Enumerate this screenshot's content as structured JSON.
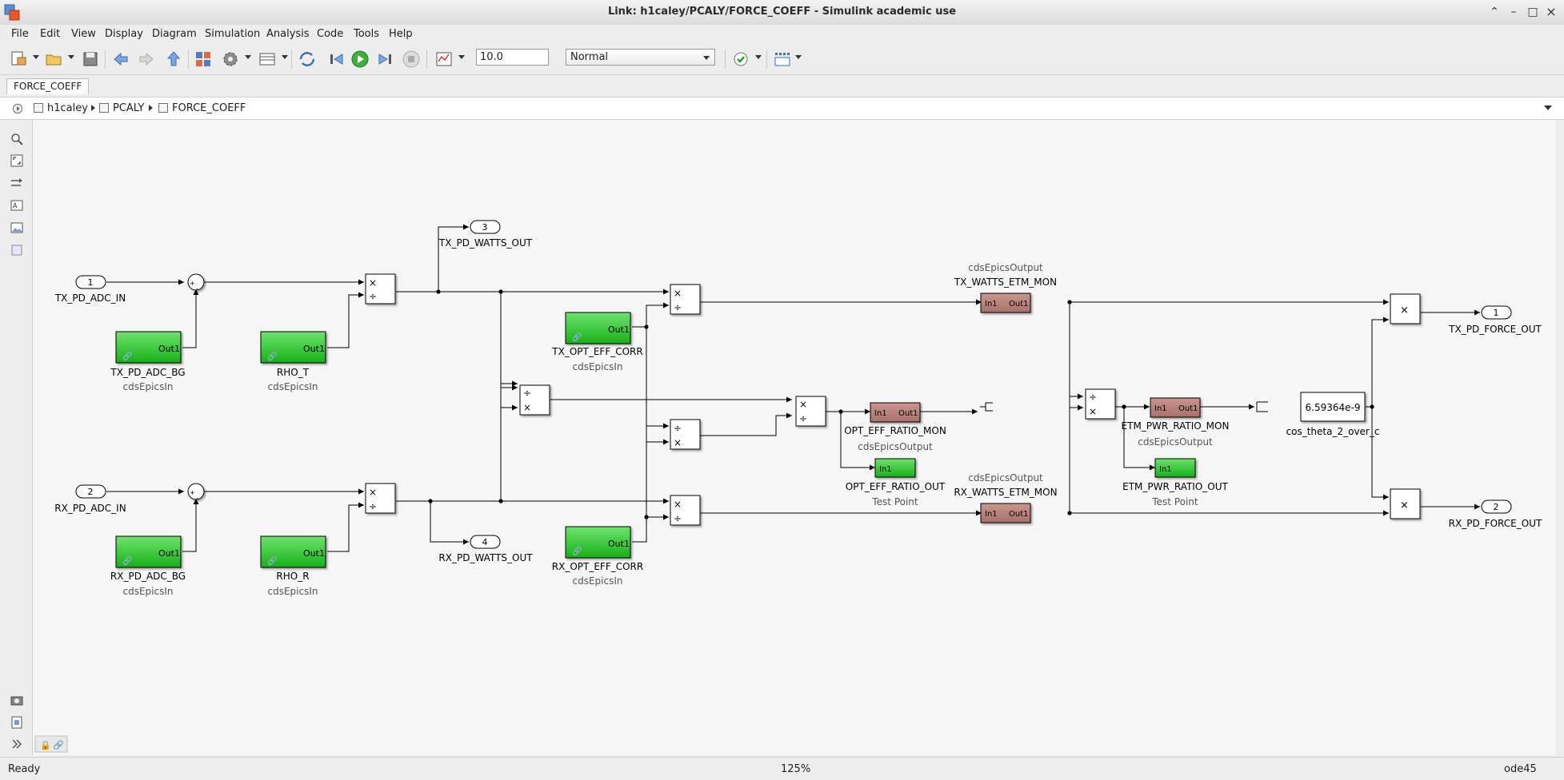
{
  "window": {
    "title": "Link: h1caley/PCALY/FORCE_COEFF - Simulink academic use"
  },
  "menu": [
    "File",
    "Edit",
    "View",
    "Display",
    "Diagram",
    "Simulation",
    "Analysis",
    "Code",
    "Tools",
    "Help"
  ],
  "toolbar": {
    "stop_time": "10.0",
    "sim_mode": "Normal"
  },
  "tab": {
    "label": "FORCE_COEFF"
  },
  "breadcrumb": [
    "h1caley",
    "PCALY",
    "FORCE_COEFF"
  ],
  "status": {
    "text": "Ready",
    "zoom": "125%",
    "solver": "ode45"
  },
  "diagram": {
    "inports": [
      {
        "number": "1",
        "name": "TX_PD_ADC_IN"
      },
      {
        "number": "2",
        "name": "RX_PD_ADC_IN"
      }
    ],
    "outports": [
      {
        "number": "3",
        "name": "TX_PD_WATTS_OUT"
      },
      {
        "number": "4",
        "name": "RX_PD_WATTS_OUT"
      },
      {
        "number": "1",
        "name": "TX_PD_FORCE_OUT"
      },
      {
        "number": "2",
        "name": "RX_PD_FORCE_OUT"
      }
    ],
    "epics_in": [
      {
        "name": "TX_PD_ADC_BG",
        "type": "cdsEpicsIn",
        "port": "Out1"
      },
      {
        "name": "RHO_T",
        "type": "cdsEpicsIn",
        "port": "Out1"
      },
      {
        "name": "TX_OPT_EFF_CORR",
        "type": "cdsEpicsIn",
        "port": "Out1"
      },
      {
        "name": "RX_PD_ADC_BG",
        "type": "cdsEpicsIn",
        "port": "Out1"
      },
      {
        "name": "RHO_R",
        "type": "cdsEpicsIn",
        "port": "Out1"
      },
      {
        "name": "RX_OPT_EFF_CORR",
        "type": "cdsEpicsIn",
        "port": "Out1"
      }
    ],
    "epics_out": [
      {
        "name": "TX_WATTS_ETM_MON",
        "type": "cdsEpicsOutput",
        "port": "Out1",
        "in": "In1"
      },
      {
        "name": "OPT_EFF_RATIO_MON",
        "type": "cdsEpicsOutput",
        "port": "Out1",
        "in": "In1"
      },
      {
        "name": "RX_WATTS_ETM_MON",
        "type": "cdsEpicsOutput",
        "port": "Out1",
        "in": "In1"
      },
      {
        "name": "ETM_PWR_RATIO_MON",
        "type": "cdsEpicsOutput",
        "port": "Out1",
        "in": "In1"
      }
    ],
    "testpoints": [
      {
        "name": "OPT_EFF_RATIO_OUT",
        "type": "Test Point",
        "in": "In1"
      },
      {
        "name": "ETM_PWR_RATIO_OUT",
        "type": "Test Point",
        "in": "In1"
      }
    ],
    "constant": {
      "value": "6.59364e-9",
      "name": "cos_theta_2_over_c"
    },
    "sum_signs": {
      "plus": "+",
      "minus": "-"
    },
    "product_glyphs": {
      "mul": "×",
      "div": "÷"
    }
  }
}
